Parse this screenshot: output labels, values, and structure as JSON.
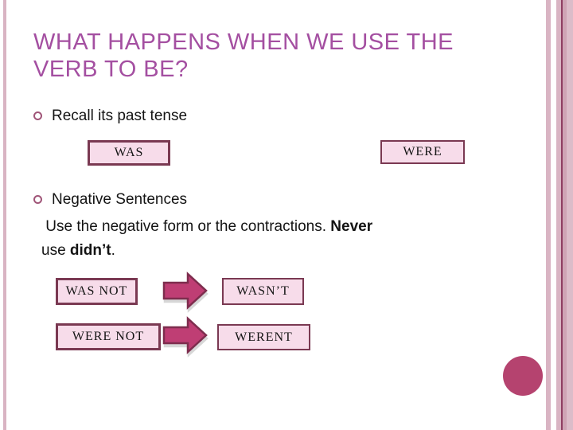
{
  "slide": {
    "title_line1": "WHAT HAPPENS WHEN WE USE THE",
    "title_line2": "VERB TO BE?",
    "bullet1": "Recall its past tense",
    "bullet2": "Negative Sentences",
    "paragraph": {
      "l1a": " Use the negative form or the contractions. ",
      "l1b": "Never",
      "l2a": "\nuse ",
      "l2b": "didn’t",
      "l2c": "."
    },
    "boxes": {
      "was": "WAS",
      "were": "WERE",
      "was_not": "WAS NOT",
      "wasnt": "WASN’T",
      "were_not": "WERE NOT",
      "werent": "WERENT"
    }
  },
  "colors": {
    "title_color": "#a44fa1",
    "box_fill": "#f7dcea",
    "box_border": "#7a3952",
    "arrow_fill": "#bf3e74",
    "arrow_stroke": "#7e2d4e",
    "circle_fill": "#b5436f",
    "bullet_ring": "#a05578",
    "stripe_light": "#d9b4c3",
    "stripe_dark_line": "#8f3e62",
    "stripe_medium": "#cfa4b5",
    "stripe_lighter": "#dcbcc9"
  }
}
